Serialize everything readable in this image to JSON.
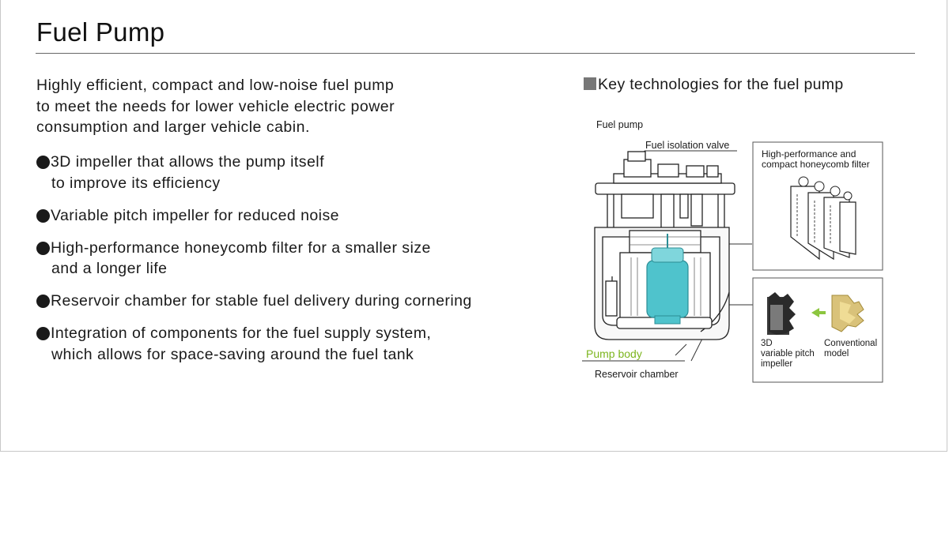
{
  "title": "Fuel Pump",
  "intro": [
    "Highly efficient, compact and low-noise fuel pump",
    "to meet the needs for lower vehicle electric power",
    "consumption and larger vehicle cabin."
  ],
  "bullets": [
    {
      "lines": [
        "3D impeller that allows the pump itself",
        "to improve its efficiency"
      ]
    },
    {
      "lines": [
        "Variable pitch impeller for reduced noise"
      ]
    },
    {
      "lines": [
        "High-performance honeycomb filter for a smaller size",
        "and a longer life"
      ]
    },
    {
      "lines": [
        "Reservoir chamber for stable fuel delivery during cornering"
      ]
    },
    {
      "lines": [
        "Integration of components for the fuel supply system,",
        "which allows for space-saving around the fuel tank"
      ]
    }
  ],
  "key_tech": {
    "heading": "Key technologies for the fuel pump",
    "labels": {
      "fuel_pump": "Fuel pump",
      "isolation_valve": "Fuel isolation valve",
      "filter_line1": "High-performance and",
      "filter_line2": "compact honeycomb filter",
      "pump_body": "Pump body",
      "reservoir": "Reservoir chamber",
      "impeller_line1": "3D",
      "impeller_line2": "variable pitch",
      "impeller_line3": "impeller",
      "conventional_line1": "Conventional",
      "conventional_line2": "model"
    }
  },
  "colors": {
    "pump_body": "#4fc3cc",
    "label_green": "#7cb51e",
    "arrow_green": "#8cc63f",
    "conventional_gold": "#c9b36a"
  }
}
